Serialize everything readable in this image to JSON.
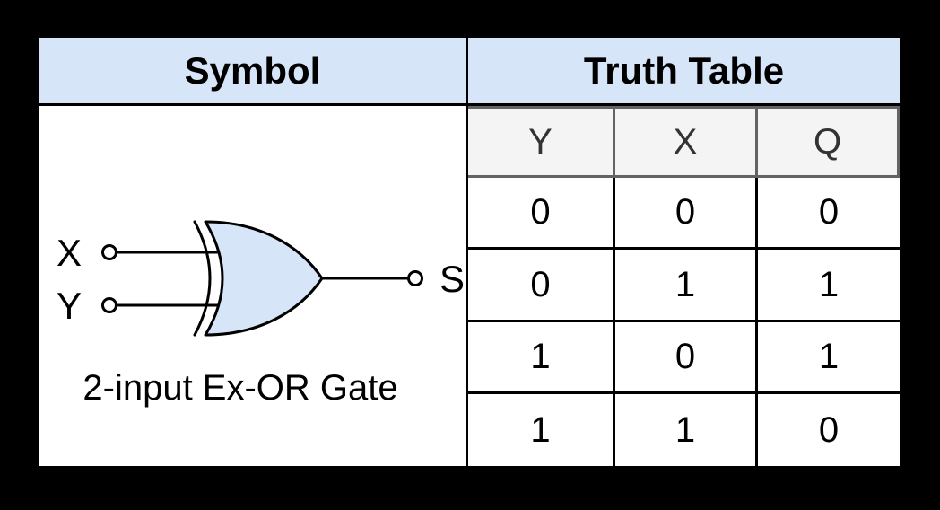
{
  "page": {
    "background_color": "#000000",
    "content_background": "#ffffff"
  },
  "colors": {
    "header_blue": "#d7e5f8",
    "subheader_gray_bg": "#f4f4f4",
    "subheader_border_gray": "#636363",
    "subheader_text_gray": "#333333",
    "grid_border_black": "#000000",
    "gate_fill_blue": "#d7e5f8",
    "gate_outline": "#000000"
  },
  "headers": {
    "symbol": "Symbol",
    "truth_table": "Truth Table"
  },
  "symbol": {
    "gate_type": "2-input exclusive-OR gate",
    "input_labels": [
      "X",
      "Y"
    ],
    "output_label": "S",
    "caption": "2-input Ex-OR Gate"
  },
  "truth_table": {
    "column_headers": [
      "Y",
      "X",
      "Q"
    ],
    "rows": [
      [
        "0",
        "0",
        "0"
      ],
      [
        "0",
        "1",
        "1"
      ],
      [
        "1",
        "0",
        "1"
      ],
      [
        "1",
        "1",
        "0"
      ]
    ]
  }
}
